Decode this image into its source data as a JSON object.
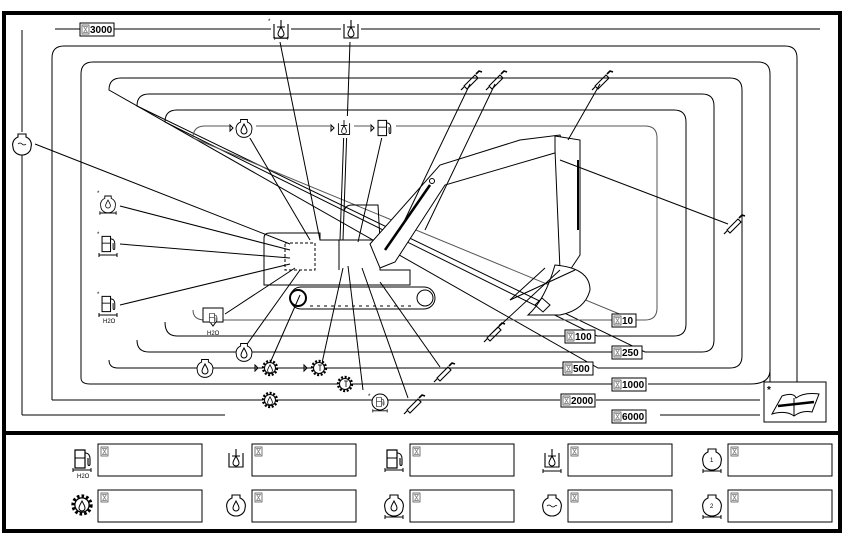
{
  "diagram": {
    "title": "Excavator maintenance interval chart",
    "intervals": [
      {
        "hours": "10",
        "icon": "hourglass-icon"
      },
      {
        "hours": "100",
        "icon": "hourglass-icon"
      },
      {
        "hours": "250",
        "icon": "hourglass-icon"
      },
      {
        "hours": "500",
        "icon": "hourglass-icon"
      },
      {
        "hours": "1000",
        "icon": "hourglass-icon"
      },
      {
        "hours": "2000",
        "icon": "hourglass-icon"
      },
      {
        "hours": "3000",
        "icon": "hourglass-icon"
      },
      {
        "hours": "6000",
        "icon": "hourglass-icon"
      }
    ],
    "manual_icon": "service-manual-icon",
    "manual_mark": "*",
    "h2o_label": "H2O",
    "star": "*"
  },
  "legend": {
    "rows": [
      [
        {
          "icon": "fuel-water-separator-icon",
          "value": ""
        },
        {
          "icon": "hydraulic-tank-filter-icon",
          "value": ""
        },
        {
          "icon": "fuel-filter-icon",
          "value": ""
        },
        {
          "icon": "hydraulic-filter-element-icon",
          "value": ""
        },
        {
          "icon": "air-filter-primary-icon",
          "value": ""
        }
      ],
      [
        {
          "icon": "gear-oil-icon",
          "value": ""
        },
        {
          "icon": "engine-oil-icon",
          "value": ""
        },
        {
          "icon": "engine-oil-filter-icon",
          "value": ""
        },
        {
          "icon": "coolant-icon",
          "value": ""
        },
        {
          "icon": "air-filter-secondary-icon",
          "value": ""
        }
      ]
    ],
    "numbers": [
      "1",
      "2"
    ]
  }
}
